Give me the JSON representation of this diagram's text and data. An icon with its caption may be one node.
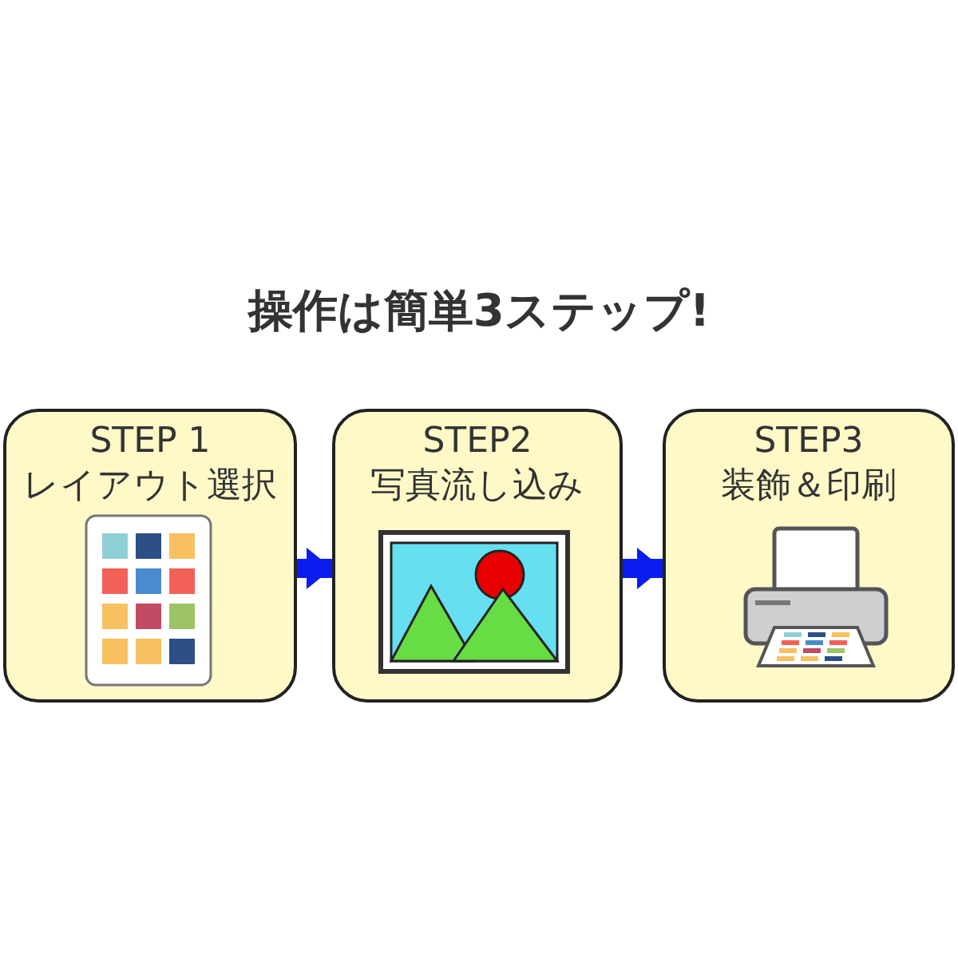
{
  "diagram": {
    "title": "操作は簡単3ステップ!",
    "nodes": [
      {
        "text": [
          "STEP 1",
          "レイアウト選択"
        ]
      },
      {
        "text": [
          "STEP2",
          "写真流し込み"
        ]
      },
      {
        "text": [
          "STEP3",
          "装飾＆印刷"
        ]
      }
    ],
    "edges": [
      {
        "from": 0,
        "to": 1,
        "arrow": "to"
      },
      {
        "from": 1,
        "to": 2,
        "arrow": "to"
      }
    ]
  }
}
